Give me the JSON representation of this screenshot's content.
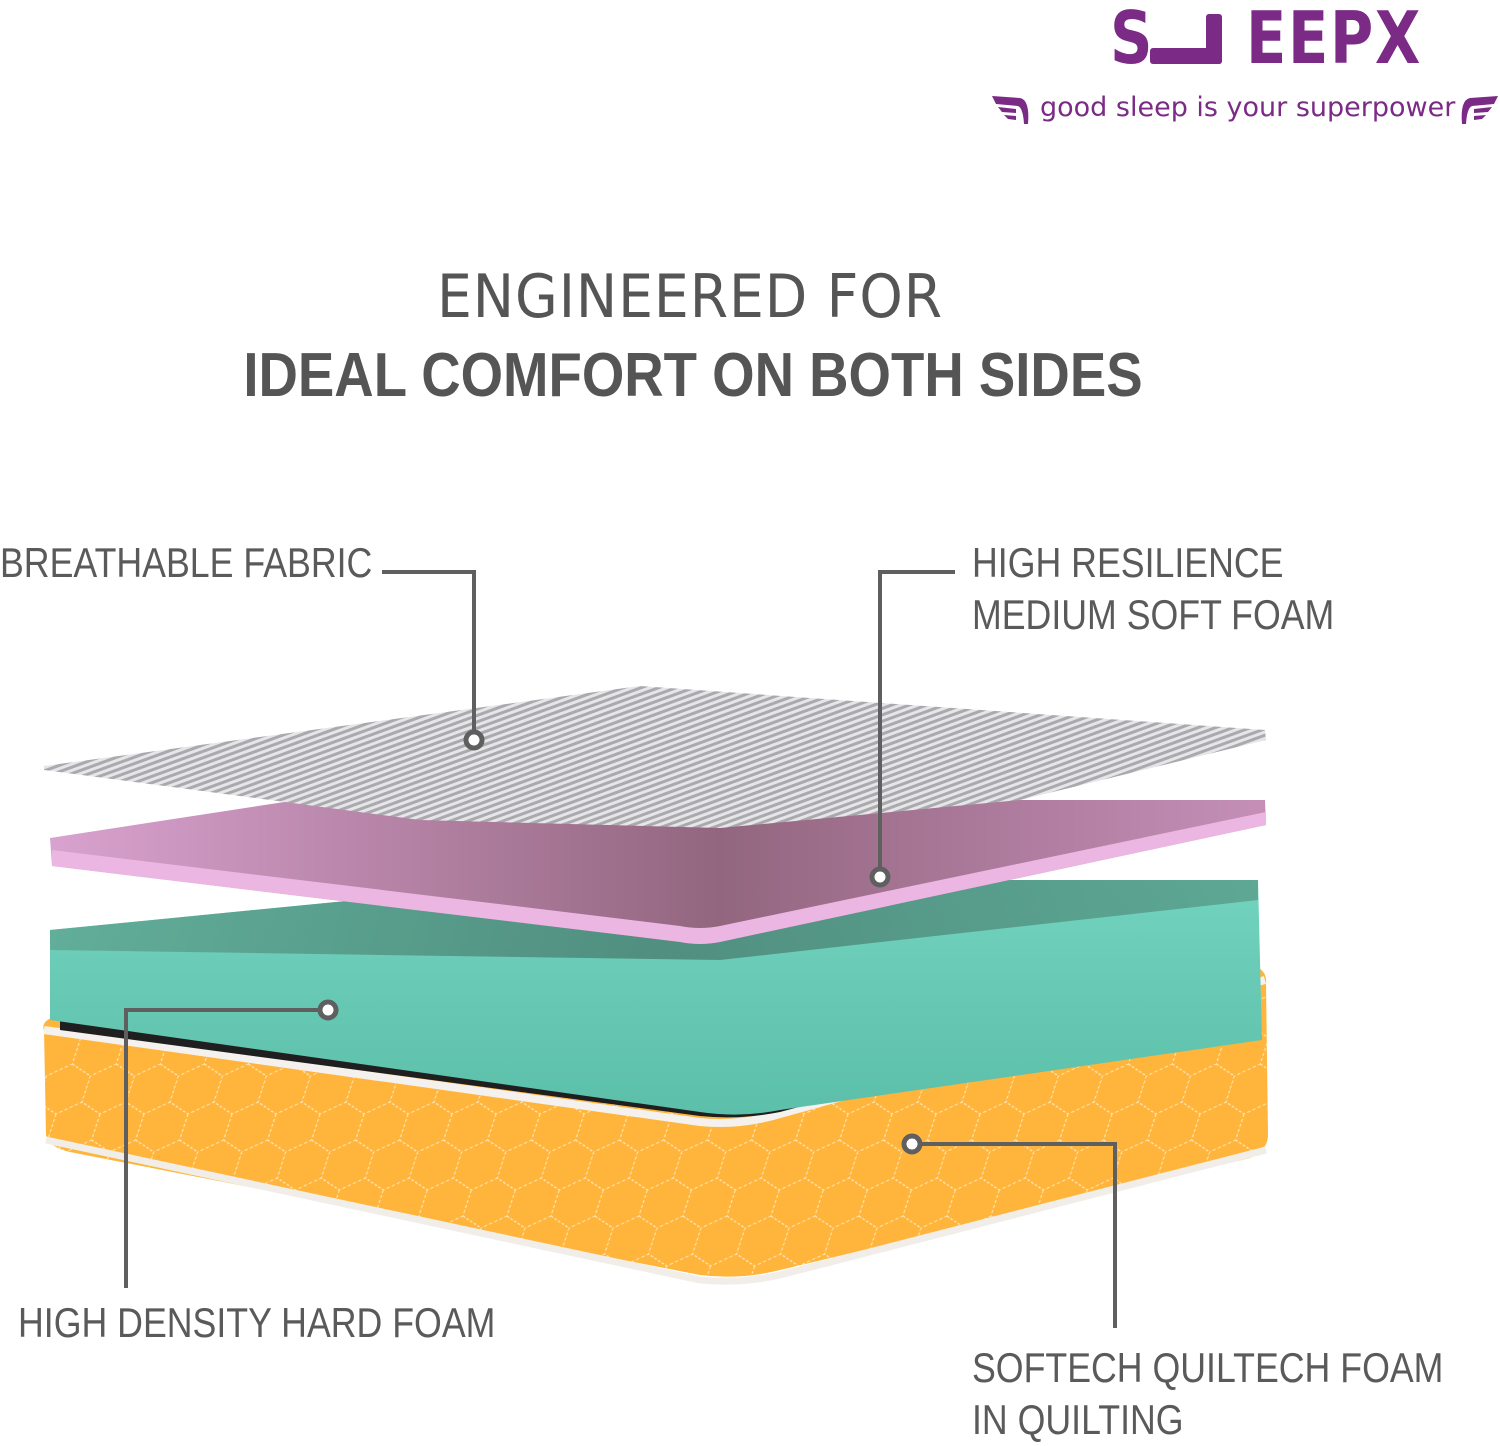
{
  "brand": {
    "name_left": "S",
    "name_right": "EEPX",
    "tagline": "good sleep is your superpower",
    "color": "#7b2a86",
    "icons": [
      "wing-left-icon",
      "wing-right-icon"
    ]
  },
  "headline": {
    "line1": "ENGINEERED FOR",
    "line2": "IDEAL COMFORT ON BOTH SIDES"
  },
  "layers": [
    {
      "id": "fabric",
      "label": "BREATHABLE FABRIC",
      "color": "#c8c8cc"
    },
    {
      "id": "hr-foam",
      "label_lines": [
        "HIGH RESILIENCE",
        "MEDIUM SOFT FOAM"
      ],
      "color": "#e2a6d8"
    },
    {
      "id": "hd-foam",
      "label": "HIGH DENSITY HARD FOAM",
      "color": "#6fd1bd"
    },
    {
      "id": "quilt",
      "label_lines": [
        "SOFTECH QUILTECH FOAM",
        "IN QUILTING"
      ],
      "color": "#ffb53c"
    }
  ],
  "colors": {
    "text": "#5a5a5a",
    "leader_line": "#5f5f5f"
  }
}
